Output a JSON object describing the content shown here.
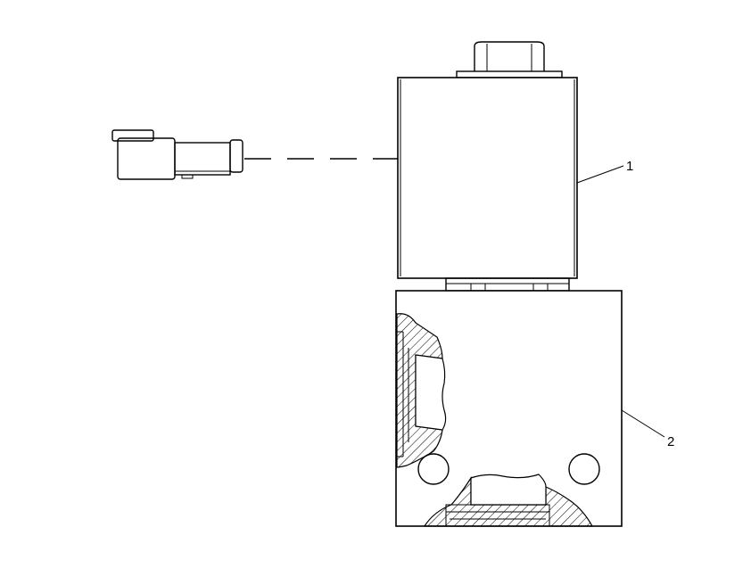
{
  "callouts": [
    {
      "id": "1",
      "label": "1"
    },
    {
      "id": "2",
      "label": "2"
    }
  ],
  "parts": {
    "coil": "solenoid-coil",
    "body": "valve-body",
    "connector": "electrical-connector",
    "nut": "hex-nut"
  },
  "colors": {
    "line": "#000000",
    "background": "#ffffff"
  }
}
